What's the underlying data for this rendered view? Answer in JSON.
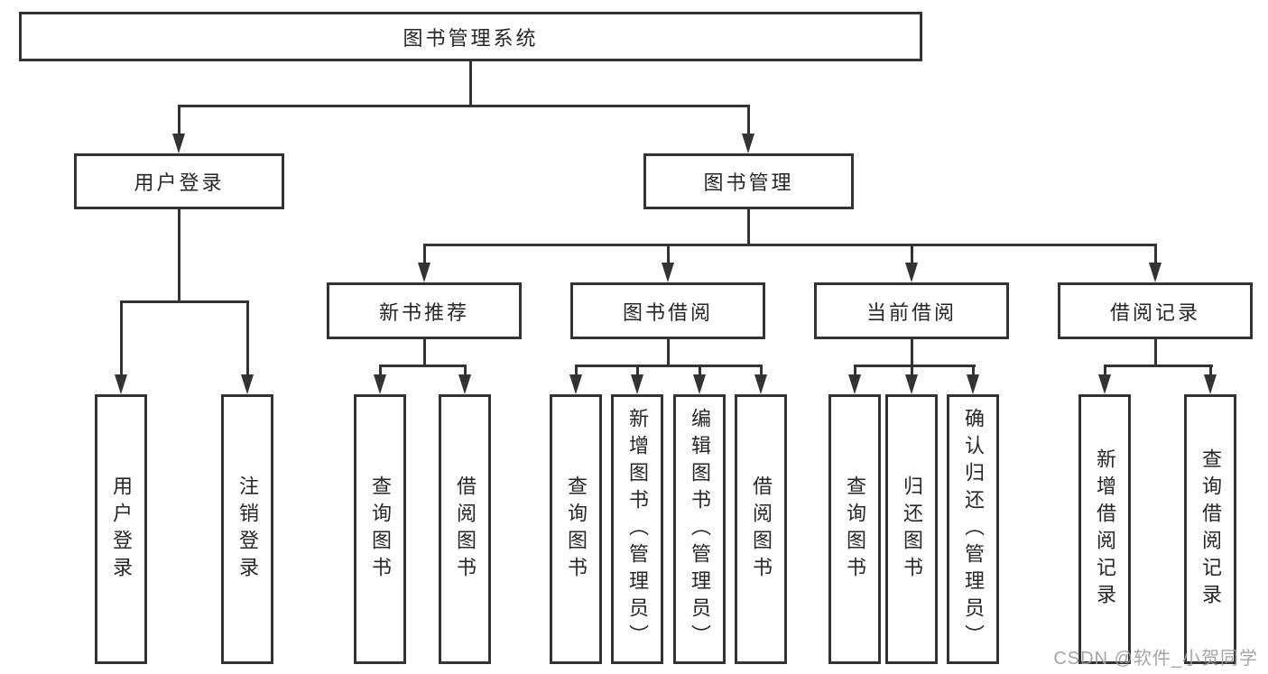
{
  "title": "图书管理系统",
  "nodes": {
    "root": "图书管理系统",
    "user_login": "用户登录",
    "book_mgmt": "图书管理",
    "new_books": "新书推荐",
    "book_borrow": "图书借阅",
    "current_borrow": "当前借阅",
    "borrow_records": "借阅记录",
    "ul_user_login": "用户登录",
    "ul_logout": "注销登录",
    "nb_query_books": "查询图书",
    "nb_borrow_books": "借阅图书",
    "bb_query_books": "查询图书",
    "bb_add_books": "新增图书（管理员）",
    "bb_edit_books": "编辑图书（管理员）",
    "bb_borrow_books": "借阅图书",
    "cb_query_books": "查询图书",
    "cb_return_books": "归还图书",
    "cb_confirm_return": "确认归还（管理员）",
    "br_add_record": "新增借阅记录",
    "br_query_record": "查询借阅记录"
  },
  "hierarchy": {
    "root": [
      "user_login",
      "book_mgmt"
    ],
    "user_login": [
      "ul_user_login",
      "ul_logout"
    ],
    "book_mgmt": [
      "new_books",
      "book_borrow",
      "current_borrow",
      "borrow_records"
    ],
    "new_books": [
      "nb_query_books",
      "nb_borrow_books"
    ],
    "book_borrow": [
      "bb_query_books",
      "bb_add_books",
      "bb_edit_books",
      "bb_borrow_books"
    ],
    "current_borrow": [
      "cb_query_books",
      "cb_return_books",
      "cb_confirm_return"
    ],
    "borrow_records": [
      "br_add_record",
      "br_query_record"
    ]
  },
  "watermark": "CSDN @软件_小贺同学",
  "colors": {
    "line": "#333333",
    "text": "#26262b",
    "watermark": "#9c9c9c",
    "background": "#ffffff"
  }
}
